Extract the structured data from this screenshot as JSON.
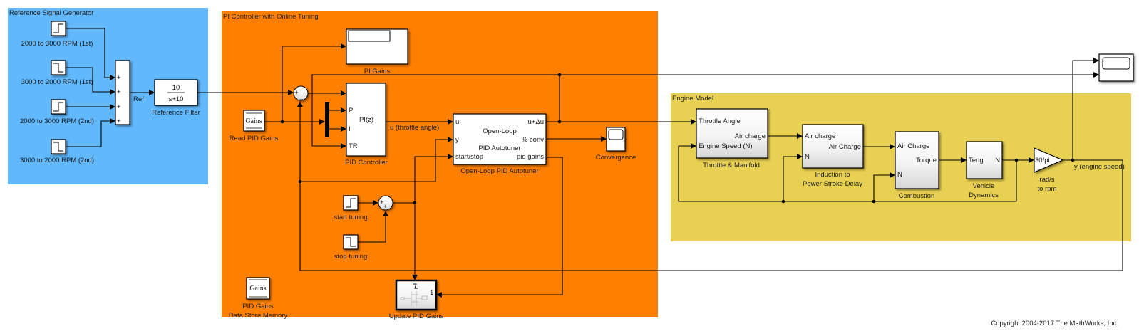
{
  "colors": {
    "reference_area": "#61b8fc",
    "controller_area": "#ff8000",
    "engine_area": "#e8d052",
    "block_fill": "#ffffff",
    "wire": "#000000"
  },
  "areas": {
    "reference": "Reference Signal Generator",
    "controller": "PI Controller with Online Tuning",
    "engine": "Engine Model"
  },
  "reference": {
    "steps": [
      {
        "label": "2000 to 3000 RPM (1st)",
        "icon": "step-up-icon"
      },
      {
        "label": "3000 to 2000 RPM (1st)",
        "icon": "step-down-icon"
      },
      {
        "label": "2000 to 3000 RPM (2nd)",
        "icon": "step-up-icon"
      },
      {
        "label": "3000 to 2000 RPM (2nd)",
        "icon": "step-down-icon"
      }
    ],
    "sum_signs": [
      "+",
      "+",
      "+",
      "+"
    ],
    "ref_signal": "Ref",
    "filter": {
      "numerator": "10",
      "denominator": "s+10",
      "label": "Reference Filter"
    }
  },
  "controller": {
    "pi_gains_display": {
      "label": "PI Gains"
    },
    "read_gains": {
      "text": "Gains",
      "label": "Read PID Gains"
    },
    "error_sum": {
      "plus": "+",
      "minus": "_"
    },
    "pid": {
      "ports": [
        "P",
        "I",
        "TR"
      ],
      "text": "PI(z)",
      "label": "PID Controller"
    },
    "u_signal": "u (throttle angle)",
    "autotuner": {
      "inputs": [
        "u",
        "y",
        "start/stop"
      ],
      "outputs": [
        "u+Δu",
        "% conv",
        "pid gains"
      ],
      "text_line1": "Open-Loop",
      "text_line2": "PID Autotuner",
      "label": "Open-Loop PID Autotuner"
    },
    "convergence": {
      "label": "Convergence"
    },
    "start_tuning": {
      "label": "start tuning"
    },
    "stop_tuning": {
      "label": "stop tuning"
    },
    "tuning_sum": {
      "sign1": "+",
      "sign2": "+"
    },
    "data_store": {
      "text": "Gains",
      "label_line1": "PID Gains",
      "label_line2": "Data Store Memory"
    },
    "update": {
      "port": "1",
      "label": "Update PID Gains"
    }
  },
  "engine": {
    "throttle": {
      "inputs": [
        "Throttle Angle",
        "Engine Speed (N)"
      ],
      "output": "Air charge",
      "label": "Throttle & Manifold"
    },
    "induction": {
      "inputs": [
        "Air charge",
        "N"
      ],
      "output": "Air Charge",
      "label_line1": "Induction to",
      "label_line2": "Power Stroke Delay"
    },
    "combustion": {
      "inputs": [
        "Air Charge",
        "N"
      ],
      "output": "Torque",
      "label": "Combustion"
    },
    "vehicle": {
      "input": "Teng",
      "output": "N",
      "label_line1": "Vehicle",
      "label_line2": "Dynamics"
    },
    "gain": {
      "text": "30/pi",
      "label_line1": "rad/s",
      "label_line2": "to rpm"
    },
    "y_signal": "y (engine speed)"
  },
  "copyright": "Copyright 2004-2017 The MathWorks, Inc."
}
